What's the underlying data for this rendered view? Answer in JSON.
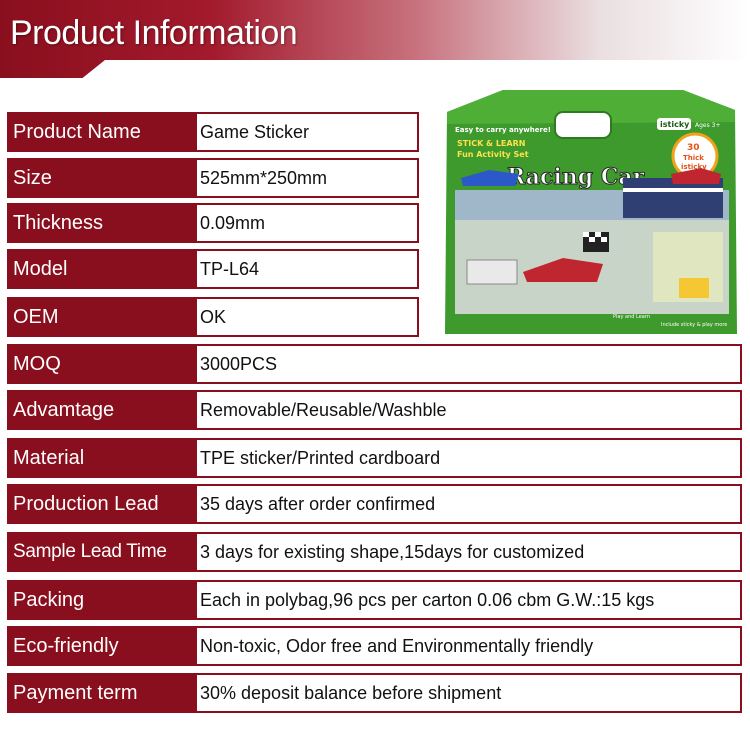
{
  "header": {
    "title": "Product Information"
  },
  "rows": [
    {
      "label": "Product  Name",
      "value": "Game Sticker"
    },
    {
      "label": "Size",
      "value": "525mm*250mm"
    },
    {
      "label": "Thickness",
      "value": "0.09mm"
    },
    {
      "label": "Model",
      "value": "TP-L64"
    },
    {
      "label": "OEM",
      "value": "OK"
    },
    {
      "label": "MOQ",
      "value": "3000PCS"
    },
    {
      "label": "Advamtage",
      "value": "Removable/Reusable/Washble"
    },
    {
      "label": "Material",
      "value": "TPE sticker/Printed cardboard"
    },
    {
      "label": "Production Lead",
      "value": "35 days after order confirmed"
    },
    {
      "label": "Sample Lead Time",
      "value": "3 days for existing shape,15days for customized"
    },
    {
      "label": "Packing",
      "value": "Each in polybag,96 pcs per carton 0.06 cbm G.W.:15 kgs"
    },
    {
      "label": "Eco-friendly",
      "value": "Non-toxic, Odor free and Environmentally friendly"
    },
    {
      "label": "Payment term",
      "value": "30% deposit balance before shipment"
    }
  ],
  "product_image": {
    "tagline": "Easy to carry anywhere!",
    "line1": "STICK & LEARN",
    "line2": "Fun Activity Set",
    "brand": "isticky",
    "age": "Ages 3+",
    "badge_num": "30",
    "badge_line1": "Thick",
    "badge_line2": "isticky",
    "title": "Racing Car",
    "footer_left": "Play and Learn",
    "footer_right": "Include sticky & play more"
  },
  "colors": {
    "accent": "#8a0f1e",
    "package_green": "#3e9a2c"
  }
}
